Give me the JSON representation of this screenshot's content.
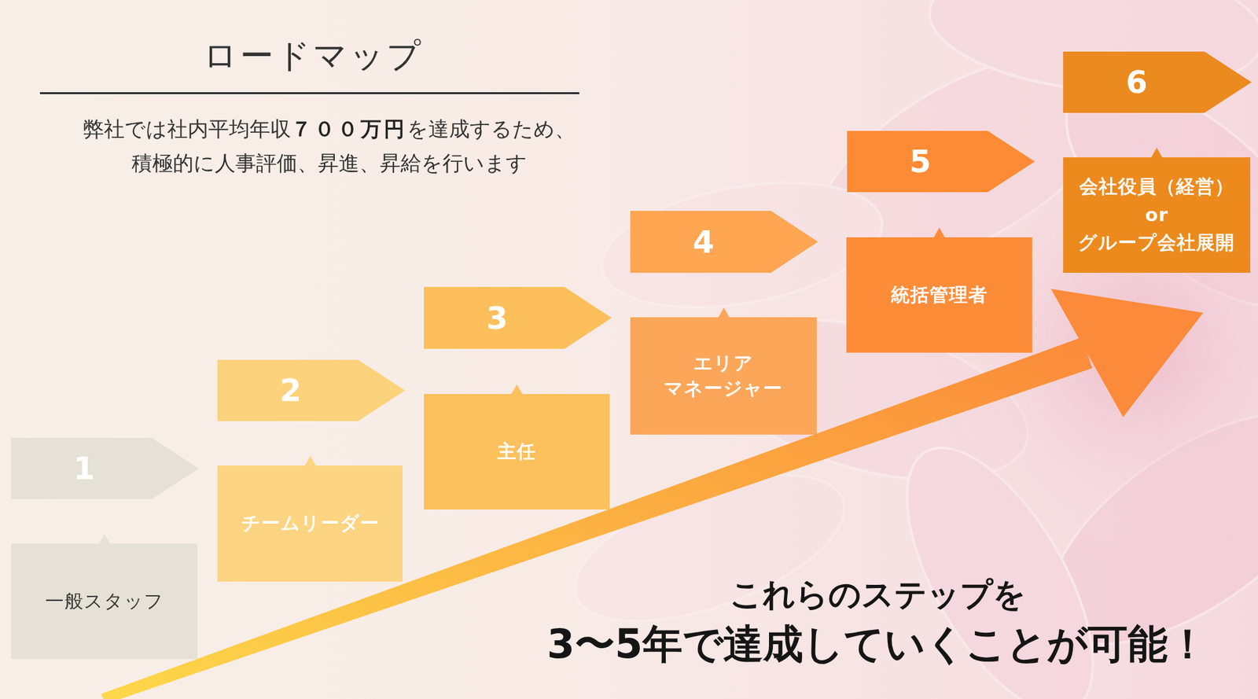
{
  "diagram": {
    "title": "ロードマップ",
    "nodes": [
      {
        "text": [
          "1"
        ]
      },
      {
        "text": [
          "一般スタッフ"
        ]
      },
      {
        "text": [
          "2"
        ]
      },
      {
        "text": [
          "チームリーダー"
        ]
      },
      {
        "text": [
          "3"
        ]
      },
      {
        "text": [
          "主任"
        ]
      },
      {
        "text": [
          "4"
        ]
      },
      {
        "text": [
          "エリア マネージャー"
        ]
      },
      {
        "text": [
          "5"
        ]
      },
      {
        "text": [
          "統括管理者"
        ]
      },
      {
        "text": [
          "6"
        ]
      },
      {
        "text": [
          "会社役員（経営） or グループ会社展開"
        ]
      }
    ],
    "labels": [
      "弊社では社内平均年収",
      "７００万円",
      "を達成するため、",
      "積極的に人事評価、昇進、昇給を行います",
      "これらのステップを",
      "3〜5年で達成していくことが可能！"
    ]
  }
}
